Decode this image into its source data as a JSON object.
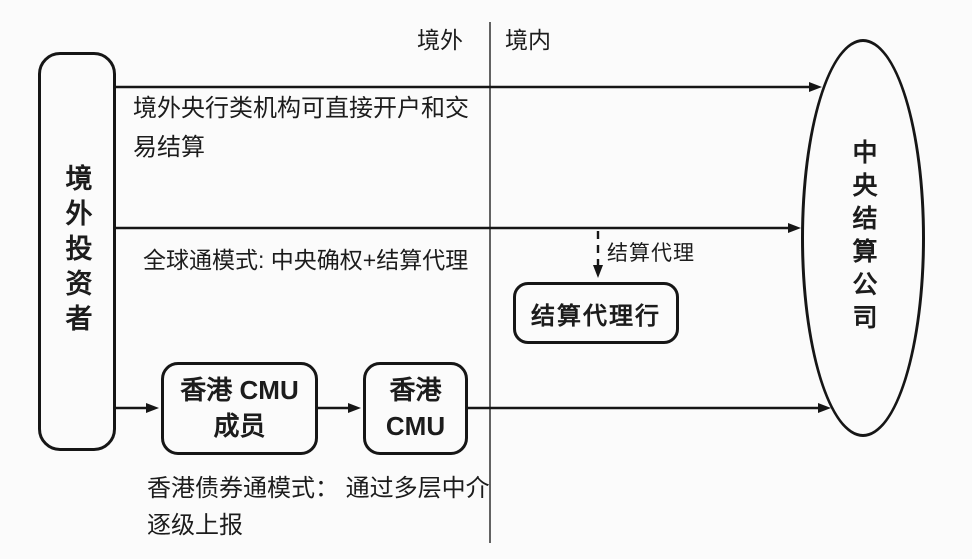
{
  "regions": {
    "offshore": "境外",
    "onshore": "境内"
  },
  "nodes": {
    "investor": {
      "label": "境外投资者"
    },
    "ccdc": {
      "label": "中央结算公司"
    },
    "agent_bank": {
      "label": "结算代理行"
    },
    "cmu_member": {
      "label": "香港 CMU\n成员"
    },
    "cmu": {
      "label": "香港\nCMU"
    }
  },
  "edges": {
    "direct_label": "境外央行类机构可直接开户和交\n易结算",
    "global_label": "全球通模式: 中央确权+结算代理",
    "agent_label": "结算代理",
    "bond_connect_label": "香港债券通模式： 通过多层中介\n逐级上报"
  },
  "colors": {
    "ink": "#1c1c1c",
    "line": "#161616",
    "background": "#fbfbfb"
  }
}
